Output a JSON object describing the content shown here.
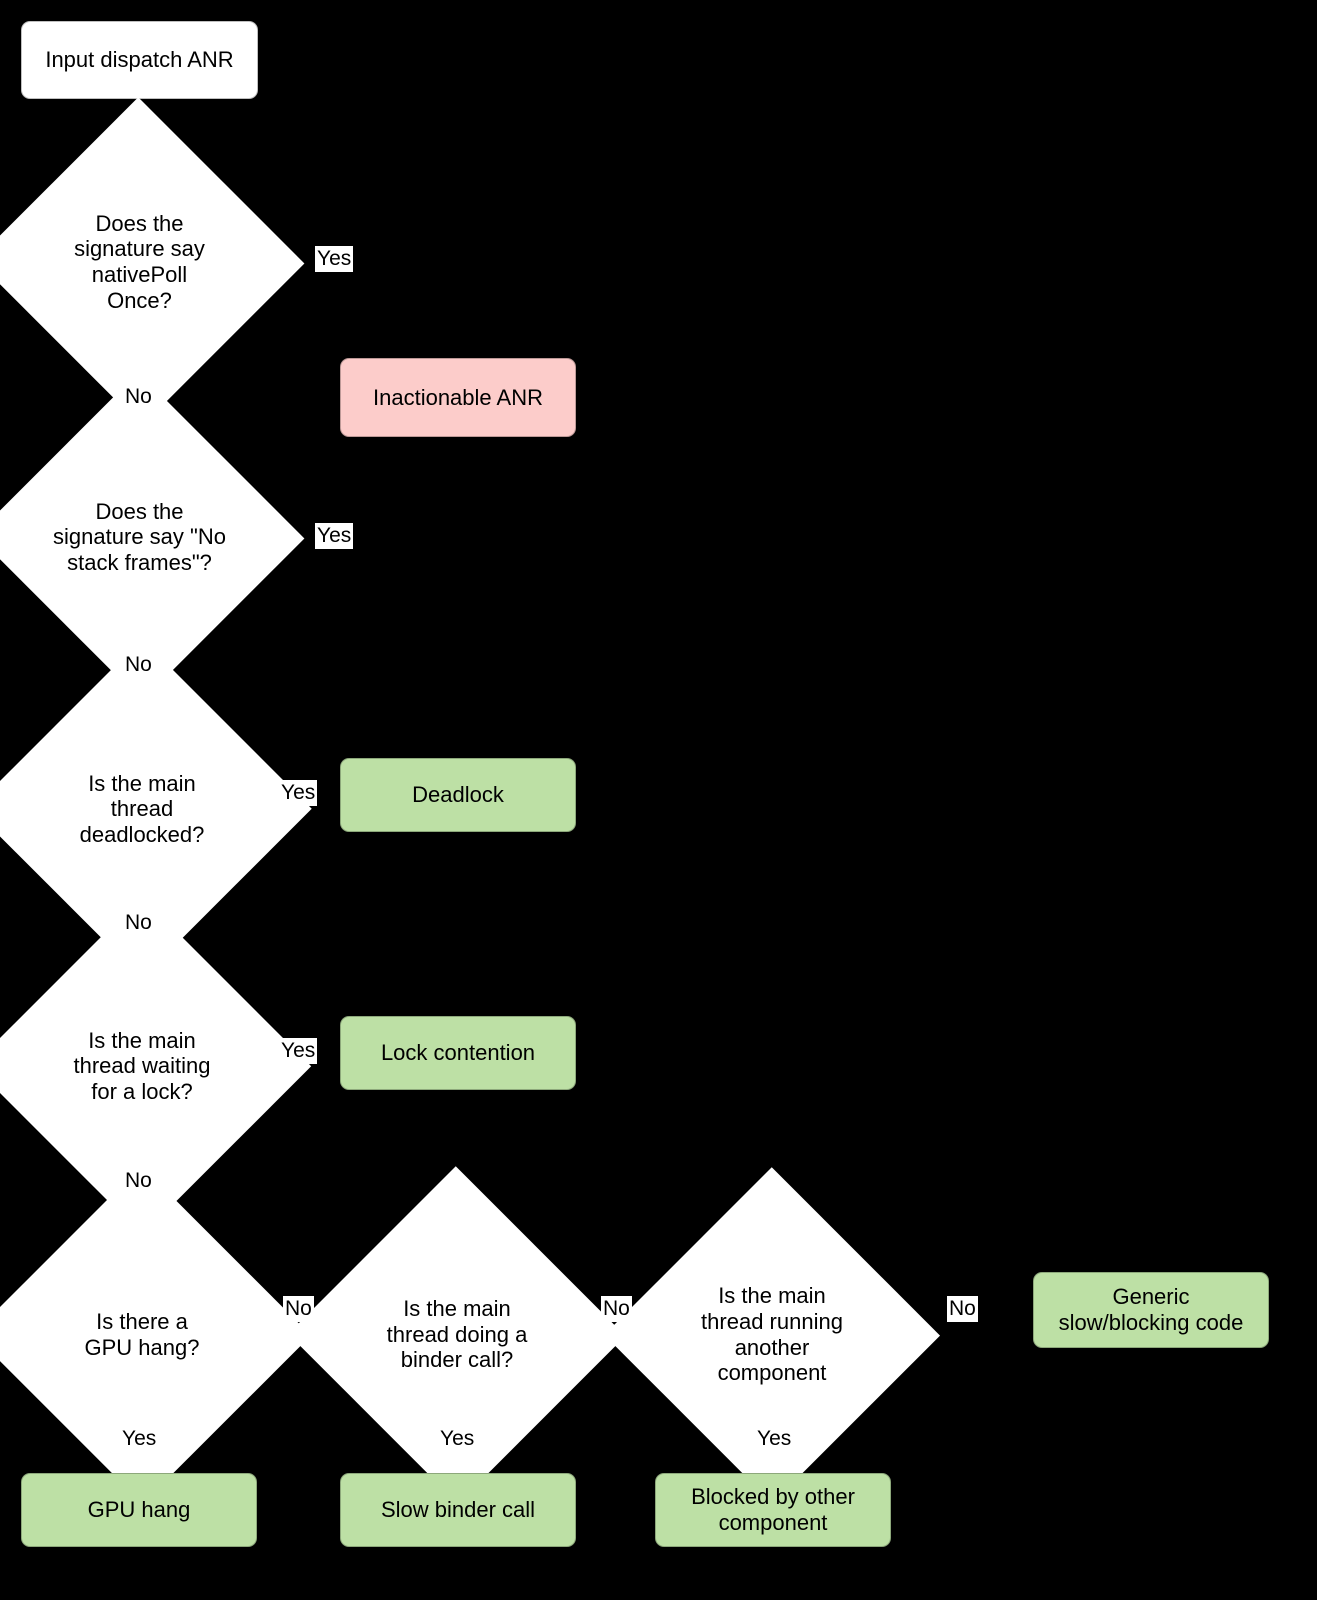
{
  "diagram": {
    "title": "Input dispatch ANR triage flowchart",
    "background_color": "#000000",
    "colors": {
      "decision_fill": "#ffffff",
      "start_fill": "#ffffff",
      "inactionable_fill": "#fcccca",
      "outcome_fill": "#bde0a5",
      "text": "#000000",
      "edge": "#000000"
    }
  },
  "nodes": {
    "start": {
      "label": "Input dispatch ANR",
      "shape": "rounded-rect",
      "fill": "#ffffff"
    },
    "q_native_poll": {
      "label": "Does the\nsignature say\nnativePoll\nOnce?",
      "shape": "diamond",
      "fill": "#ffffff"
    },
    "inactionable": {
      "label": "Inactionable ANR",
      "shape": "rounded-rect",
      "fill": "#fcccca"
    },
    "q_no_stack": {
      "label": "Does the\nsignature say \"No\nstack frames\"?",
      "shape": "diamond",
      "fill": "#ffffff"
    },
    "q_deadlocked": {
      "label": "Is the main\nthread\ndeadlocked?",
      "shape": "diamond",
      "fill": "#ffffff"
    },
    "deadlock": {
      "label": "Deadlock",
      "shape": "rounded-rect",
      "fill": "#bde0a5"
    },
    "q_lock_wait": {
      "label": "Is the main\nthread waiting\nfor a lock?",
      "shape": "diamond",
      "fill": "#ffffff"
    },
    "lock_contention": {
      "label": "Lock contention",
      "shape": "rounded-rect",
      "fill": "#bde0a5"
    },
    "q_gpu_hang": {
      "label": "Is there a\nGPU hang?",
      "shape": "diamond",
      "fill": "#ffffff"
    },
    "q_binder_call": {
      "label": "Is the main\nthread doing a\nbinder call?",
      "shape": "diamond",
      "fill": "#ffffff"
    },
    "q_other_component": {
      "label": "Is the main\nthread running\nanother\ncomponent",
      "shape": "diamond",
      "fill": "#ffffff"
    },
    "generic_slow": {
      "label": "Generic\nslow/blocking code",
      "shape": "rounded-rect",
      "fill": "#bde0a5"
    },
    "gpu_hang": {
      "label": "GPU hang",
      "shape": "rounded-rect",
      "fill": "#bde0a5"
    },
    "slow_binder": {
      "label": "Slow binder call",
      "shape": "rounded-rect",
      "fill": "#bde0a5"
    },
    "blocked_other": {
      "label": "Blocked by other\ncomponent",
      "shape": "rounded-rect",
      "fill": "#bde0a5"
    }
  },
  "edge_labels": {
    "native_poll_yes": "Yes",
    "native_poll_no": "No",
    "no_stack_yes": "Yes",
    "no_stack_no": "No",
    "deadlocked_yes": "Yes",
    "deadlocked_no": "No",
    "lock_wait_yes": "Yes",
    "lock_wait_no": "No",
    "gpu_hang_no": "No",
    "gpu_hang_yes": "Yes",
    "binder_call_no": "No",
    "binder_call_yes": "Yes",
    "other_component_no": "No",
    "other_component_yes": "Yes"
  }
}
